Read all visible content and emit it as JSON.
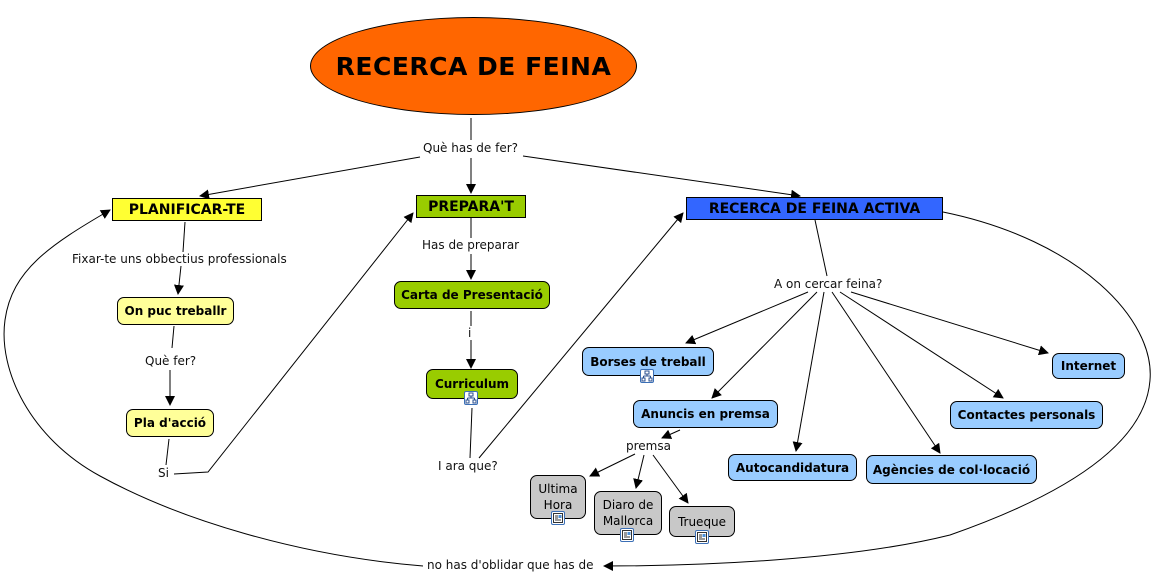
{
  "title": "RECERCA DE FEINA",
  "colors": {
    "root": "#ff6600",
    "planificar": "#ffff33",
    "planificar_children": "#ffff99",
    "prepara": "#99cc00",
    "recerca_activa": "#3366ff",
    "recerca_children": "#99ccff",
    "premsa_children": "#c8c8c8"
  },
  "nodes": {
    "root": "RECERCA DE FEINA",
    "planificar": "PLANIFICAR-TE",
    "on_puc": "On puc treballr",
    "pla_accio": "Pla d'acció",
    "prepara": "PREPARA'T",
    "carta": "Carta de Presentació",
    "curriculum": "Curriculum",
    "recerca_activa": "RECERCA DE FEINA ACTIVA",
    "borses": "Borses de treball",
    "anuncis": "Anuncis en premsa",
    "autocandidatura": "Autocandidatura",
    "agencies": "Agències de col·locació",
    "contactes": "Contactes personals",
    "internet": "Internet",
    "ultima_hora": "Ultima Hora",
    "diario": "Diaro de Mallorca",
    "trueque": "Trueque"
  },
  "linking_phrases": {
    "que_has_de_fer": "Què has de fer?",
    "fixar": "Fixar-te uns obbectius professionals",
    "que_fer": "Què fer?",
    "si": "Si",
    "has_de_preparar": "Has de preparar",
    "i": "i",
    "i_ara_que": "I ara que?",
    "a_on_cercar": "A on cercar feina?",
    "premsa": "premsa",
    "no_has_doblidar": "no has d'oblidar que has de"
  },
  "resource_icons": {
    "curriculum": "concept-map-icon",
    "borses": "concept-map-icon",
    "ultima_hora": "image-document-icon",
    "diario": "image-document-icon",
    "trueque": "image-document-icon"
  }
}
